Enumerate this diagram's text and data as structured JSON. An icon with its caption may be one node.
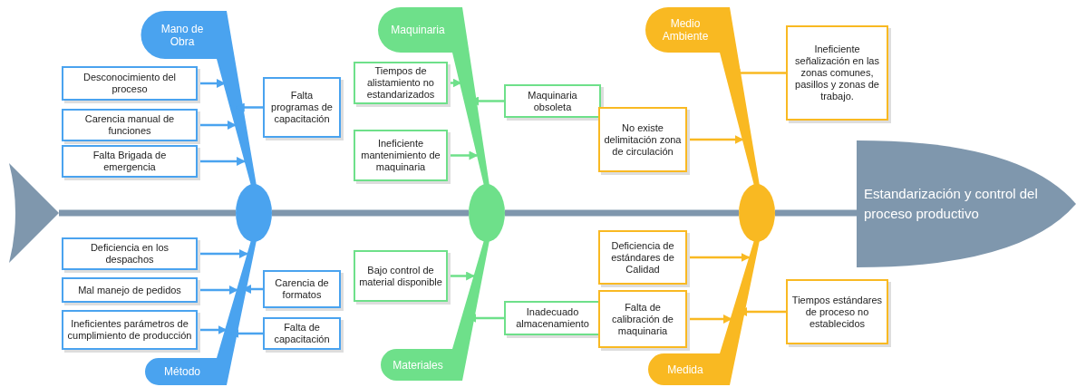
{
  "diagram": {
    "nodes": [
      {
        "text": [],
        "shape": "triangle"
      },
      {
        "text": [
          "Mano de Obra"
        ]
      },
      {
        "text": [
          "Desconocimiento del proceso"
        ]
      },
      {
        "text": [
          "Carencia manual de funciones"
        ]
      },
      {
        "text": [
          "Falta Brigada de emergencia"
        ]
      },
      {
        "text": [
          "Falta programas de capacitación"
        ]
      },
      {
        "text": [],
        "shape": "circle"
      },
      {
        "text": [
          "Deficiencia en los despachos"
        ]
      },
      {
        "text": [
          "Mal manejo de pedidos"
        ]
      },
      {
        "text": [
          "Ineficientes parámetros de cumplimiento de producción"
        ]
      },
      {
        "text": [
          "Carencia de formatos"
        ]
      },
      {
        "text": [
          "Falta de capacitación"
        ]
      },
      {
        "text": [
          "Método"
        ]
      },
      {
        "text": [
          "Maquinaria"
        ]
      },
      {
        "text": [
          "Tiempos de alistamiento no estandarizados"
        ]
      },
      {
        "text": [
          "Ineficiente mantenimiento de maquinaria"
        ]
      },
      {
        "text": [
          "Maquinaria obsoleta"
        ]
      },
      {
        "text": [],
        "shape": "circle"
      },
      {
        "text": [
          "Bajo control de material disponible"
        ]
      },
      {
        "text": [
          "Inadecuado almacenamiento"
        ]
      },
      {
        "text": [
          "Materiales"
        ]
      },
      {
        "text": [
          "Medio Ambiente"
        ]
      },
      {
        "text": [
          "Ineficiente señalización en las zonas comunes, pasillos y zonas de trabajo."
        ]
      },
      {
        "text": [
          "No existe delimitación zona de circulación"
        ]
      },
      {
        "text": [],
        "shape": "circle"
      },
      {
        "text": [
          "Deficiencia de estándares de Calidad"
        ]
      },
      {
        "text": [
          "Falta de calibración de maquinaria"
        ]
      },
      {
        "text": [
          "Tiempos estándares de proceso no establecidos"
        ]
      },
      {
        "text": [
          "Medida"
        ]
      },
      {
        "text": [
          "Estandarización y control del proceso productivo"
        ]
      }
    ],
    "edges": [
      {
        "from": 0,
        "to": 6,
        "arrow": "none",
        "style": "thick",
        "color": "#7f97ad"
      },
      {
        "from": 6,
        "to": 17,
        "arrow": "none",
        "style": "thick",
        "color": "#7f97ad"
      },
      {
        "from": 17,
        "to": 24,
        "arrow": "none",
        "style": "thick",
        "color": "#7f97ad"
      },
      {
        "from": 24,
        "to": 29,
        "arrow": "none",
        "style": "thick",
        "color": "#7f97ad"
      },
      {
        "from": 2,
        "to": 1,
        "arrow": "to",
        "color": "#4aa3ef"
      },
      {
        "from": 3,
        "to": 1,
        "arrow": "to",
        "color": "#4aa3ef"
      },
      {
        "from": 4,
        "to": 1,
        "arrow": "to",
        "color": "#4aa3ef"
      },
      {
        "from": 5,
        "to": 1,
        "arrow": "to",
        "color": "#4aa3ef"
      },
      {
        "from": 7,
        "to": 12,
        "arrow": "to",
        "color": "#4aa3ef"
      },
      {
        "from": 8,
        "to": 12,
        "arrow": "to",
        "color": "#4aa3ef"
      },
      {
        "from": 9,
        "to": 12,
        "arrow": "to",
        "color": "#4aa3ef"
      },
      {
        "from": 10,
        "to": 12,
        "arrow": "to",
        "color": "#4aa3ef"
      },
      {
        "from": 11,
        "to": 12,
        "arrow": "to",
        "color": "#4aa3ef"
      },
      {
        "from": 14,
        "to": 13,
        "arrow": "to",
        "color": "#6ee08a"
      },
      {
        "from": 15,
        "to": 13,
        "arrow": "to",
        "color": "#6ee08a"
      },
      {
        "from": 16,
        "to": 13,
        "arrow": "to",
        "color": "#6ee08a"
      },
      {
        "from": 18,
        "to": 20,
        "arrow": "to",
        "color": "#6ee08a"
      },
      {
        "from": 19,
        "to": 20,
        "arrow": "to",
        "color": "#6ee08a"
      },
      {
        "from": 22,
        "to": 21,
        "arrow": "to",
        "color": "#f9b922"
      },
      {
        "from": 23,
        "to": 21,
        "arrow": "to",
        "color": "#f9b922"
      },
      {
        "from": 25,
        "to": 28,
        "arrow": "to",
        "color": "#f9b922"
      },
      {
        "from": 26,
        "to": 28,
        "arrow": "to",
        "color": "#f9b922"
      },
      {
        "from": 27,
        "to": 28,
        "arrow": "to",
        "color": "#f9b922"
      }
    ]
  }
}
